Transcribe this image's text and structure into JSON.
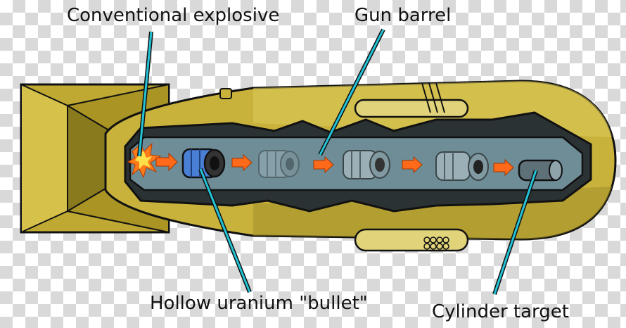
{
  "labels": {
    "explosive": "Conventional explosive",
    "barrel": "Gun barrel",
    "bullet": "Hollow uranium \"bullet\"",
    "target": "Cylinder target"
  },
  "colors": {
    "casing": "#c8b23c",
    "casing_dark": "#8a7a1e",
    "outline": "#111111",
    "cavity": "#2b3233",
    "barrel": "#6e8d97",
    "uranium_blue": "#4a7fd6",
    "arrow": "#ff6a1a",
    "leader": "#22c3d6"
  }
}
